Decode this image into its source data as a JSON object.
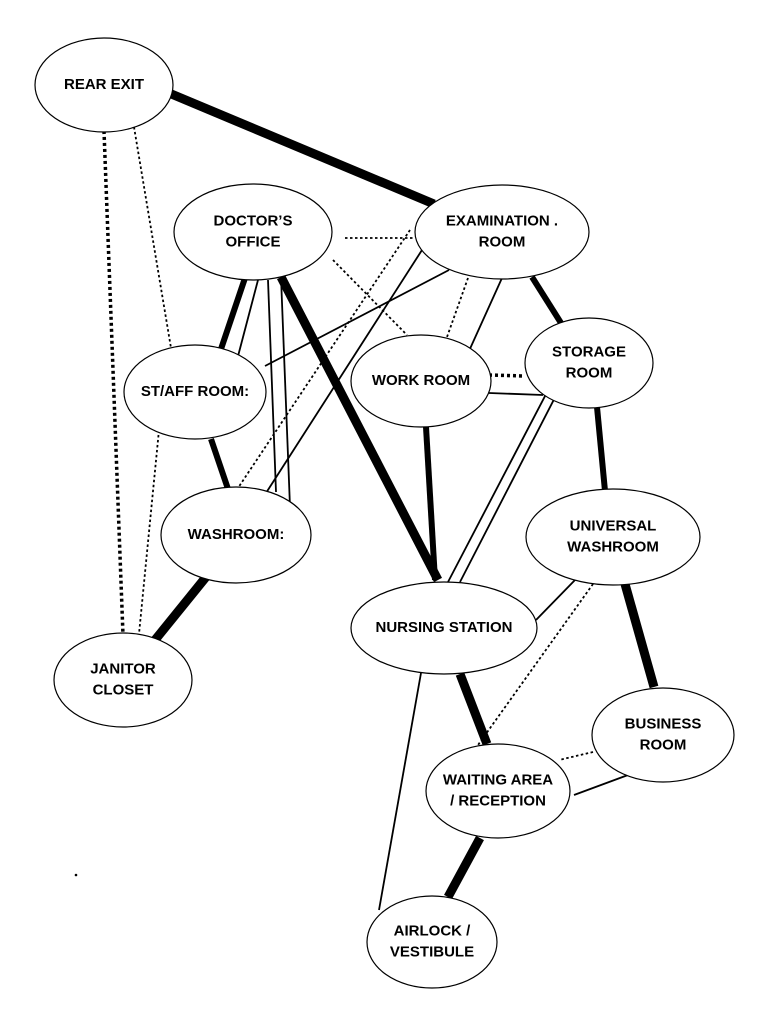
{
  "nodes": [
    {
      "id": "rear-exit",
      "lines": [
        "REAR EXIT"
      ]
    },
    {
      "id": "doctors-office",
      "lines": [
        "DOCTOR’S",
        "OFFICE"
      ]
    },
    {
      "id": "examination-room",
      "lines": [
        "EXAMINATION .",
        "ROOM"
      ]
    },
    {
      "id": "staff-room",
      "lines": [
        "ST/AFF ROOM:"
      ]
    },
    {
      "id": "work-room",
      "lines": [
        "WORK ROOM"
      ]
    },
    {
      "id": "storage-room",
      "lines": [
        "STORAGE",
        "ROOM"
      ]
    },
    {
      "id": "washroom",
      "lines": [
        "WASHROOM:"
      ]
    },
    {
      "id": "universal-washroom",
      "lines": [
        "UNIVERSAL",
        "WASHROOM"
      ]
    },
    {
      "id": "nursing-station",
      "lines": [
        "NURSING STATION"
      ]
    },
    {
      "id": "janitor-closet",
      "lines": [
        "JANITOR",
        "CLOSET"
      ]
    },
    {
      "id": "business-room",
      "lines": [
        "BUSINESS",
        "ROOM"
      ]
    },
    {
      "id": "waiting-area",
      "lines": [
        "WAITING AREA",
        "/ RECEPTION"
      ]
    },
    {
      "id": "airlock",
      "lines": [
        "AIRLOCK /",
        "VESTIBULE"
      ]
    }
  ],
  "edges": [
    {
      "from": "rear-exit",
      "to": "examination-room",
      "style": "heavy"
    },
    {
      "from": "rear-exit",
      "to": "janitor-closet",
      "style": "dotted-heavy"
    },
    {
      "from": "rear-exit",
      "to": "staff-room",
      "style": "dotted"
    },
    {
      "from": "doctors-office",
      "to": "examination-room",
      "style": "dotted"
    },
    {
      "from": "doctors-office",
      "to": "staff-room",
      "style": "medium"
    },
    {
      "from": "doctors-office",
      "to": "staff-room",
      "style": "thin"
    },
    {
      "from": "doctors-office",
      "to": "washroom",
      "style": "thin"
    },
    {
      "from": "doctors-office",
      "to": "washroom",
      "style": "thin"
    },
    {
      "from": "doctors-office",
      "to": "nursing-station",
      "style": "heavy"
    },
    {
      "from": "doctors-office",
      "to": "work-room",
      "style": "dotted"
    },
    {
      "from": "examination-room",
      "to": "staff-room",
      "style": "thin"
    },
    {
      "from": "examination-room",
      "to": "washroom",
      "style": "thin"
    },
    {
      "from": "examination-room",
      "to": "washroom",
      "style": "dotted"
    },
    {
      "from": "examination-room",
      "to": "work-room",
      "style": "dotted"
    },
    {
      "from": "examination-room",
      "to": "work-room",
      "style": "thin"
    },
    {
      "from": "examination-room",
      "to": "storage-room",
      "style": "medium"
    },
    {
      "from": "staff-room",
      "to": "washroom",
      "style": "medium"
    },
    {
      "from": "staff-room",
      "to": "janitor-closet",
      "style": "dotted"
    },
    {
      "from": "work-room",
      "to": "storage-room",
      "style": "dotted-heavy"
    },
    {
      "from": "work-room",
      "to": "storage-room",
      "style": "thin"
    },
    {
      "from": "work-room",
      "to": "nursing-station",
      "style": "medium"
    },
    {
      "from": "storage-room",
      "to": "nursing-station",
      "style": "thin"
    },
    {
      "from": "storage-room",
      "to": "nursing-station",
      "style": "thin"
    },
    {
      "from": "storage-room",
      "to": "universal-washroom",
      "style": "medium"
    },
    {
      "from": "washroom",
      "to": "janitor-closet",
      "style": "heavy"
    },
    {
      "from": "universal-washroom",
      "to": "nursing-station",
      "style": "thin"
    },
    {
      "from": "universal-washroom",
      "to": "business-room",
      "style": "heavy"
    },
    {
      "from": "universal-washroom",
      "to": "waiting-area",
      "style": "dotted"
    },
    {
      "from": "nursing-station",
      "to": "waiting-area",
      "style": "heavy"
    },
    {
      "from": "nursing-station",
      "to": "airlock",
      "style": "thin"
    },
    {
      "from": "business-room",
      "to": "waiting-area",
      "style": "dotted"
    },
    {
      "from": "business-room",
      "to": "waiting-area",
      "style": "thin"
    },
    {
      "from": "waiting-area",
      "to": "airlock",
      "style": "heavy"
    }
  ]
}
